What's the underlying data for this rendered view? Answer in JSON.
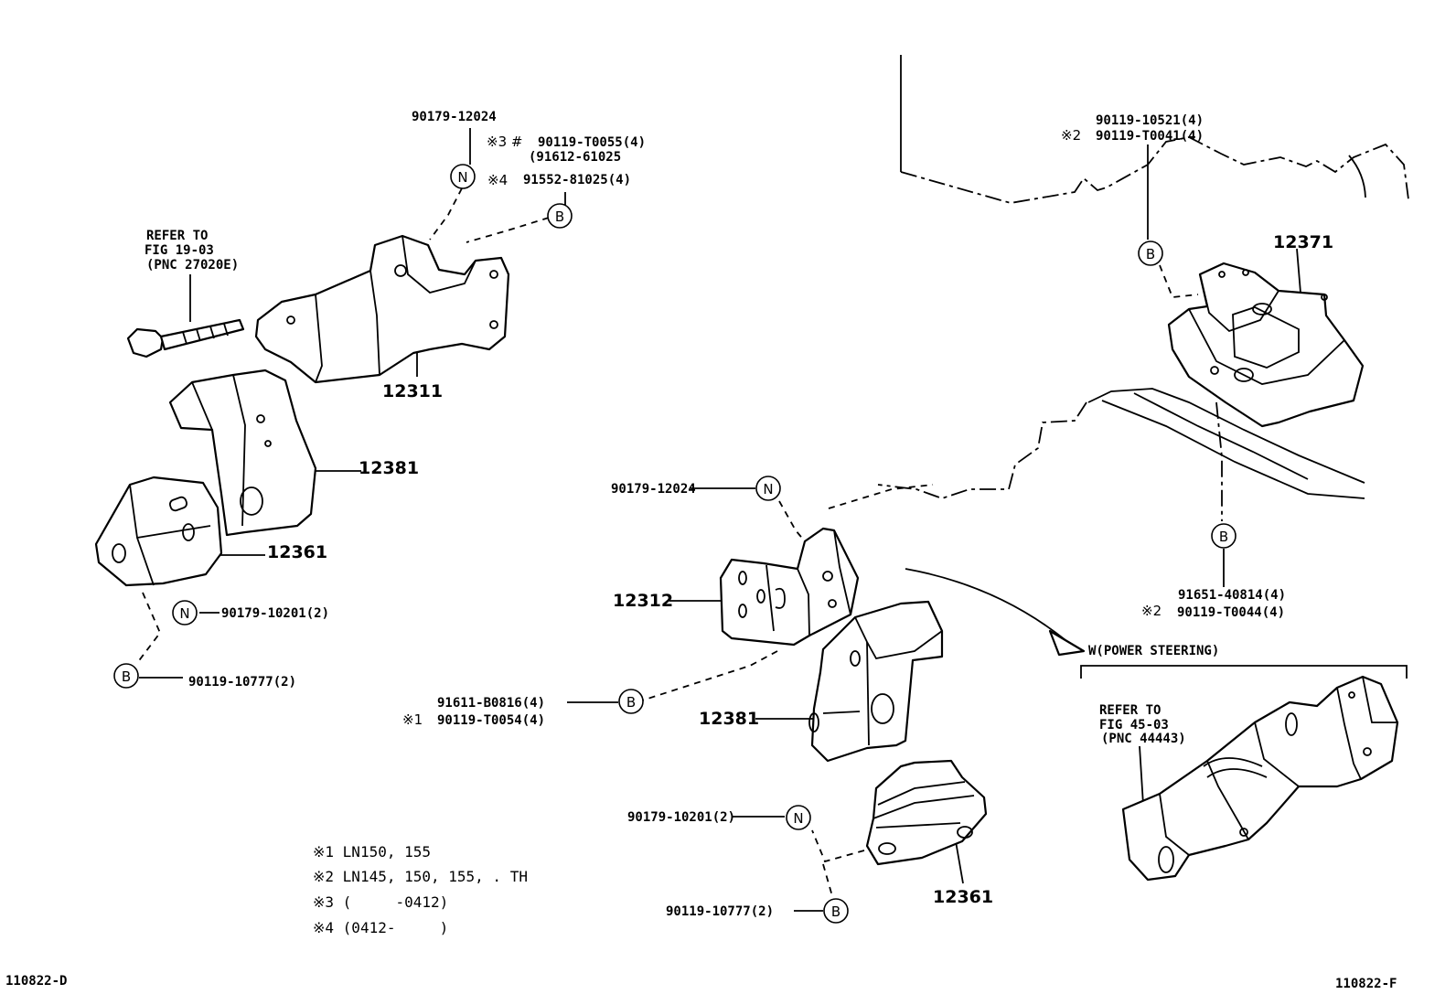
{
  "parts": {
    "p12311": "12311",
    "p12381_left": "12381",
    "p12361_left": "12361",
    "p12371": "12371",
    "p12312": "12312",
    "p12381_center": "12381",
    "p12361_center": "12361"
  },
  "fasteners": {
    "f90179_12024_top": "90179-12024",
    "f90119_T0055": "90119-T0055(4)",
    "f91612_61025": "(91612-61025",
    "f91552_81025": "91552-81025(4)",
    "f90179_10201_left": "90179-10201(2)",
    "f90119_10777_left": "90119-10777(2)",
    "f90119_10521": "90119-10521(4)",
    "f90119_T0041": "90119-T0041(4)",
    "f91651_40814": "91651-40814(4)",
    "f90119_T0044": "90119-T0044(4)",
    "f90179_12024_center": "90179-12024",
    "f91611_B0816": "91611-B0816(4)",
    "f90119_T0054": "90119-T0054(4)",
    "f90179_10201_center": "90179-10201(2)",
    "f90119_10777_center": "90119-10777(2)"
  },
  "marks": {
    "m3_hash": "※3 #",
    "m4": "※4",
    "m2_top": "※2",
    "m2_bottom": "※2",
    "m1": "※1"
  },
  "callouts": {
    "N": "N",
    "B": "B"
  },
  "refers": {
    "left_line1": "REFER TO",
    "left_line2": "FIG 19-03",
    "left_line3": "(PNC 27020E)",
    "right_line1": "REFER TO",
    "right_line2": "FIG 45-03",
    "right_line3": "(PNC 44443)"
  },
  "variant_label": "W(POWER STEERING)",
  "notes": {
    "n1": "※1 LN150, 155",
    "n2": "※2 LN145, 150, 155, . TH",
    "n3": "※3 (     -0412)",
    "n4": "※4 (0412-     )"
  },
  "footer": {
    "left_code": "110822-D",
    "right_code": "110822-F"
  }
}
